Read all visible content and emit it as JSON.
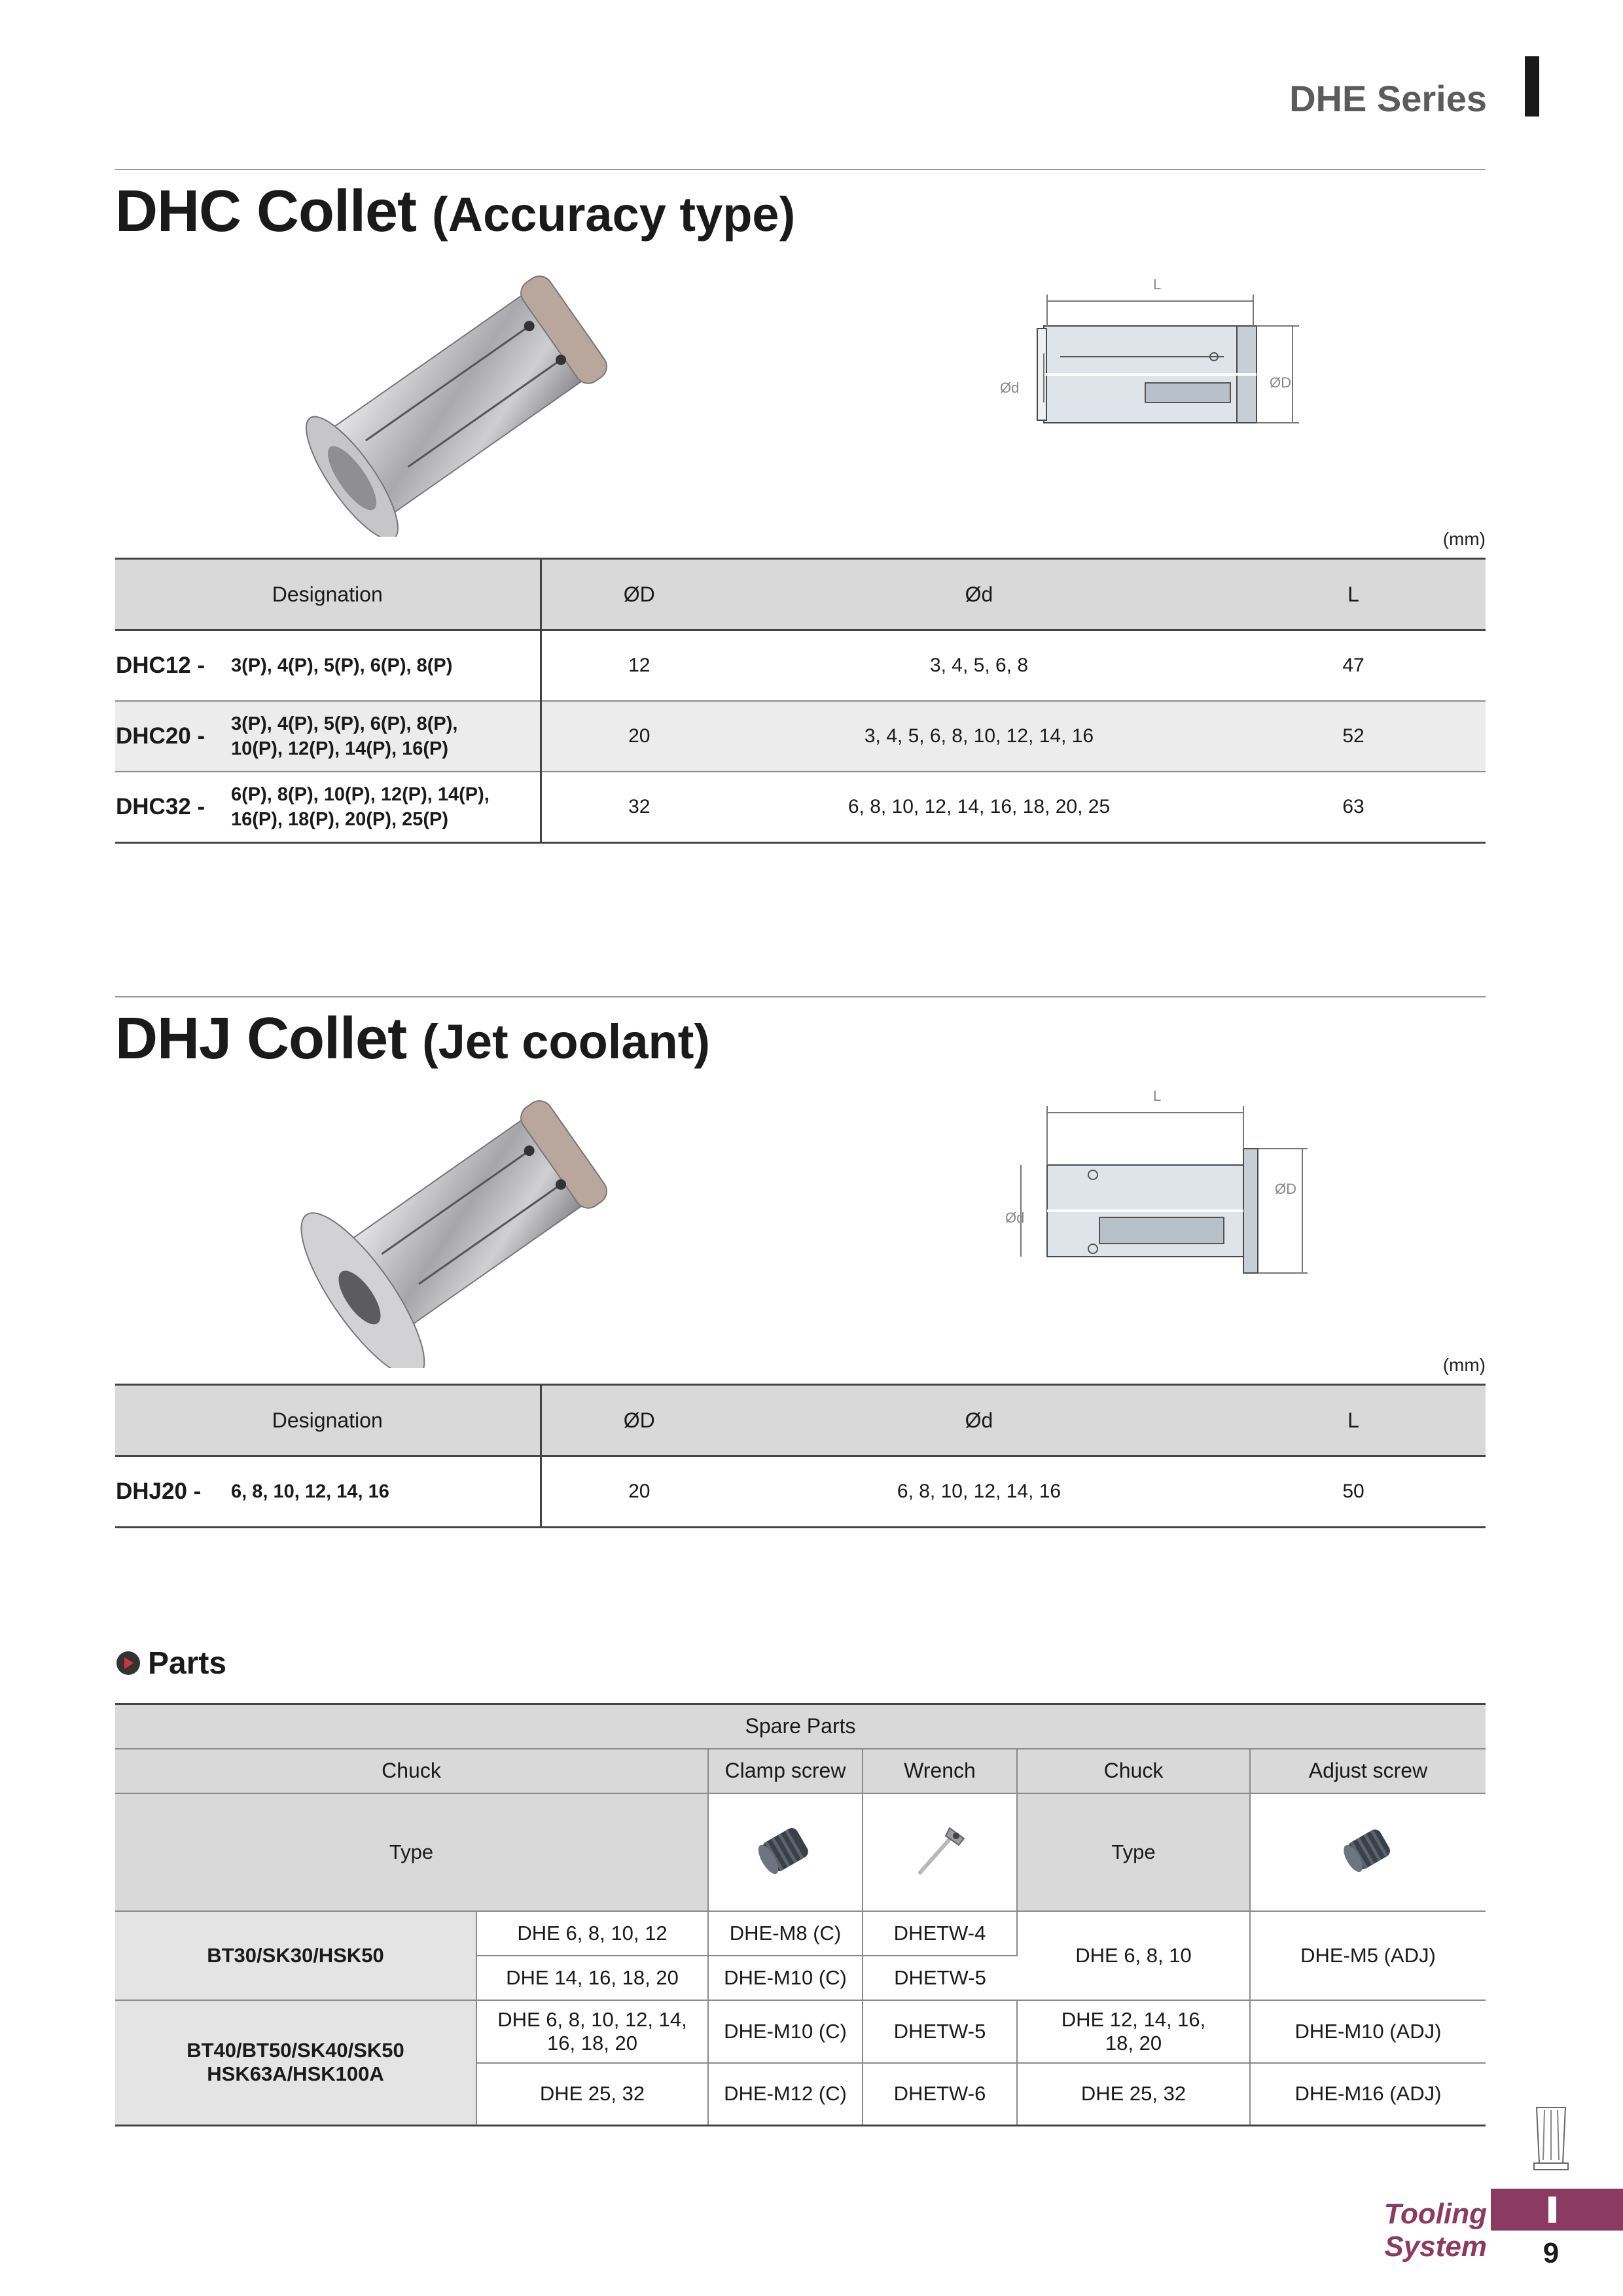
{
  "header": {
    "series": "DHE Series"
  },
  "dhc": {
    "title": "DHC Collet",
    "subtitle": "(Accuracy type)",
    "unit": "(mm)",
    "drawing_labels": {
      "L": "L",
      "D": "ØD",
      "d": "Ød"
    },
    "columns": [
      "Designation",
      "ØD",
      "Ød",
      "L"
    ],
    "rows": [
      {
        "code": "DHC12 -",
        "vars1": "3(P), 4(P), 5(P), 6(P), 8(P)",
        "vars2": "",
        "D": "12",
        "d": "3, 4, 5, 6, 8",
        "L": "47"
      },
      {
        "code": "DHC20 -",
        "vars1": "3(P), 4(P), 5(P), 6(P), 8(P),",
        "vars2": "10(P), 12(P), 14(P), 16(P)",
        "D": "20",
        "d": "3, 4, 5, 6, 8, 10, 12, 14, 16",
        "L": "52"
      },
      {
        "code": "DHC32 -",
        "vars1": "6(P), 8(P), 10(P), 12(P), 14(P),",
        "vars2": "16(P), 18(P), 20(P), 25(P)",
        "D": "32",
        "d": "6, 8, 10, 12, 14, 16, 18, 20, 25",
        "L": "63"
      }
    ]
  },
  "dhj": {
    "title": "DHJ Collet",
    "subtitle": "(Jet coolant)",
    "unit": "(mm)",
    "drawing_labels": {
      "L": "L",
      "D": "ØD",
      "d": "Ød"
    },
    "columns": [
      "Designation",
      "ØD",
      "Ød",
      "L"
    ],
    "rows": [
      {
        "code": "DHJ20 -",
        "vars1": "6, 8, 10, 12, 14, 16",
        "D": "20",
        "d": "6, 8, 10, 12, 14, 16",
        "L": "50"
      }
    ]
  },
  "parts": {
    "heading": "Parts",
    "spare_parts": "Spare Parts",
    "col_chuck": "Chuck",
    "col_clamp": "Clamp screw",
    "col_wrench": "Wrench",
    "col_chuck2": "Chuck",
    "col_adjust": "Adjust screw",
    "type_label": "Type",
    "type_label2": "Type",
    "g1_name": "BT30/SK30/HSK50",
    "g1r1": {
      "chuck": "DHE 6, 8, 10, 12",
      "clamp": "DHE-M8 (C)",
      "wrench": "DHETW-4"
    },
    "g1r2": {
      "chuck": "DHE 14, 16, 18, 20",
      "clamp": "DHE-M10 (C)",
      "wrench": "DHETW-5"
    },
    "g1_chuck2": "DHE 6, 8, 10",
    "g1_adjust": "DHE-M5 (ADJ)",
    "g2_name1": "BT40/BT50/SK40/SK50",
    "g2_name2": "HSK63A/HSK100A",
    "g2r1": {
      "chuck1": "DHE 6, 8, 10, 12, 14,",
      "chuck2": "16, 18, 20",
      "clamp": "DHE-M10 (C)",
      "wrench": "DHETW-5",
      "chuck2a": "DHE 12, 14, 16,",
      "chuck2b": "18, 20",
      "adjust": "DHE-M10 (ADJ)"
    },
    "g2r2": {
      "chuck": "DHE 25, 32",
      "clamp": "DHE-M12 (C)",
      "wrench": "DHETW-6",
      "chuck2": "DHE 25, 32",
      "adjust": "DHE-M16 (ADJ)"
    }
  },
  "footer": {
    "text": "Tooling System",
    "page": "9"
  }
}
